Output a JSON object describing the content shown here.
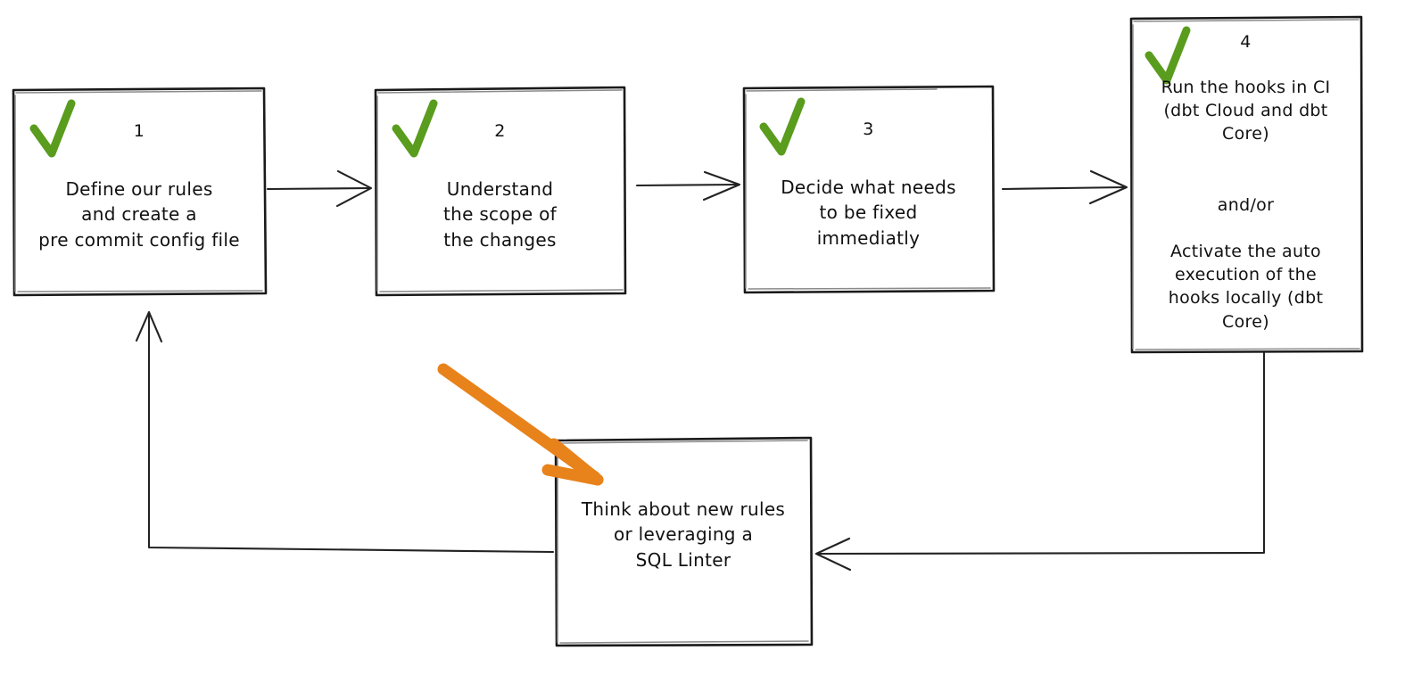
{
  "diagram": {
    "title": "pre-commit hooks adoption flow",
    "background_color": "#ffffff",
    "stroke_color": "#1a1a1a",
    "check_color": "#5a9c1e",
    "highlight_color": "#e8821a"
  },
  "nodes": [
    {
      "id": "step-1",
      "number": "1",
      "check": "green-check-icon",
      "lines": "Define our rules\nand create a\npre commit config file"
    },
    {
      "id": "step-2",
      "number": "2",
      "check": "green-check-icon",
      "lines": "Understand\nthe scope of\nthe changes"
    },
    {
      "id": "step-3",
      "number": "3",
      "check": "green-check-icon",
      "lines": "Decide what needs\nto be fixed\nimmediatly"
    },
    {
      "id": "step-4",
      "number": "4",
      "check": "green-check-icon",
      "part_a": "Run the hooks in CI\n(dbt Cloud and dbt\nCore)",
      "connector": "and/or",
      "part_b": "Activate the auto\nexecution of the\nhooks locally (dbt\nCore)"
    },
    {
      "id": "step-loop",
      "number": "",
      "check": "",
      "lines": "Think about new rules\nor leveraging a\nSQL Linter"
    }
  ],
  "connectors": [
    {
      "id": "arrow-1-to-2",
      "from": "step-1",
      "to": "step-2",
      "direction": "right"
    },
    {
      "id": "arrow-2-to-3",
      "from": "step-2",
      "to": "step-3",
      "direction": "right"
    },
    {
      "id": "arrow-3-to-4",
      "from": "step-3",
      "to": "step-4",
      "direction": "right"
    },
    {
      "id": "arrow-4-to-loop",
      "from": "step-4",
      "to": "step-loop",
      "direction": "down-left"
    },
    {
      "id": "arrow-loop-to-1",
      "from": "step-loop",
      "to": "step-1",
      "direction": "left-up"
    }
  ],
  "annotation": {
    "id": "orange-highlight-arrow",
    "name": "orange-pointer-arrow",
    "points_to": "step-loop",
    "color": "#e8821a"
  }
}
